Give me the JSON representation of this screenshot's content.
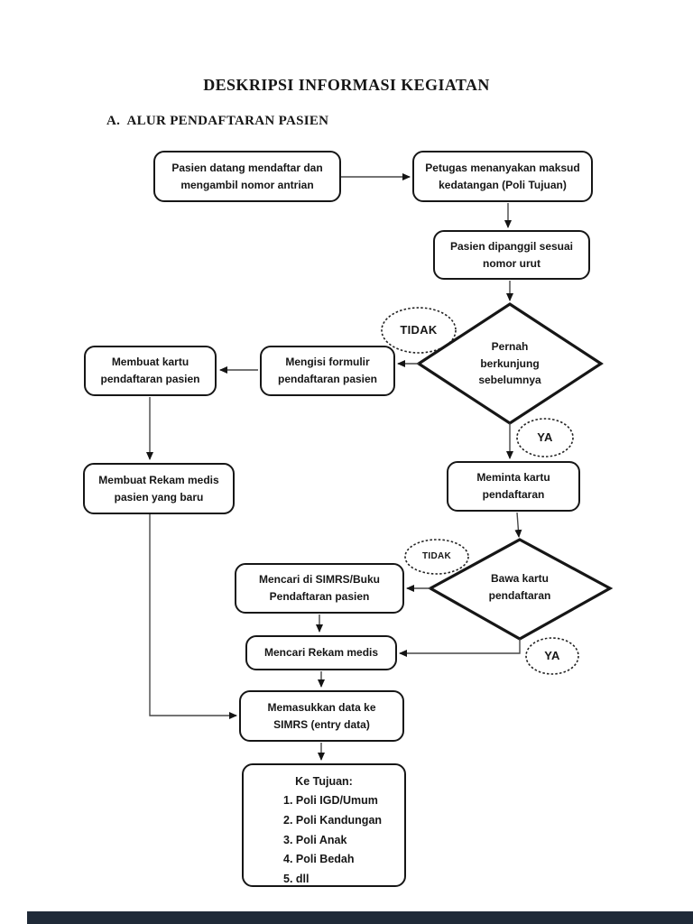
{
  "page": {
    "title": "DESKRIPSI INFORMASI KEGIATAN",
    "section_heading": "A.  ALUR PENDAFTARAN PASIEN"
  },
  "flowchart": {
    "nodes": {
      "pasien_datang": [
        "Pasien datang mendaftar dan",
        "mengambil nomor antrian"
      ],
      "petugas_menanyakan": [
        "Petugas menanyakan maksud",
        "kedatangan (Poli Tujuan)"
      ],
      "pasien_dipanggil": [
        "Pasien dipanggil sesuai",
        "nomor urut"
      ],
      "pernah_berkunjung": [
        "Pernah",
        "berkunjung",
        "sebelumnya"
      ],
      "mengisi_formulir": [
        "Mengisi formulir",
        "pendaftaran pasien"
      ],
      "membuat_kartu": [
        "Membuat kartu",
        "pendaftaran pasien"
      ],
      "membuat_rekam_medis": [
        "Membuat Rekam medis",
        "pasien yang baru"
      ],
      "meminta_kartu": [
        "Meminta kartu",
        "pendaftaran"
      ],
      "bawa_kartu": [
        "Bawa kartu",
        "pendaftaran"
      ],
      "mencari_simrs": [
        "Mencari di SIMRS/Buku",
        "Pendaftaran pasien"
      ],
      "mencari_rekam_medis": "Mencari Rekam medis",
      "memasukkan_data": [
        "Memasukkan data ke",
        "SIMRS (entry data)"
      ],
      "ke_tujuan_title": "Ke Tujuan:",
      "ke_tujuan_items": [
        "1. Poli IGD/Umum",
        "2. Poli Kandungan",
        "3. Poli Anak",
        "4. Poli Bedah",
        "5.  dll"
      ]
    },
    "decision_labels": {
      "tidak1": "TIDAK",
      "ya1": "YA",
      "tidak2": "TIDAK",
      "ya2": "YA"
    },
    "colors": {
      "box_border": "#161616",
      "connector_line": "#474747",
      "arrowhead": "#141414",
      "text": "#161616",
      "background": "#ffffff",
      "footer_bar": "#1f2a38"
    }
  }
}
